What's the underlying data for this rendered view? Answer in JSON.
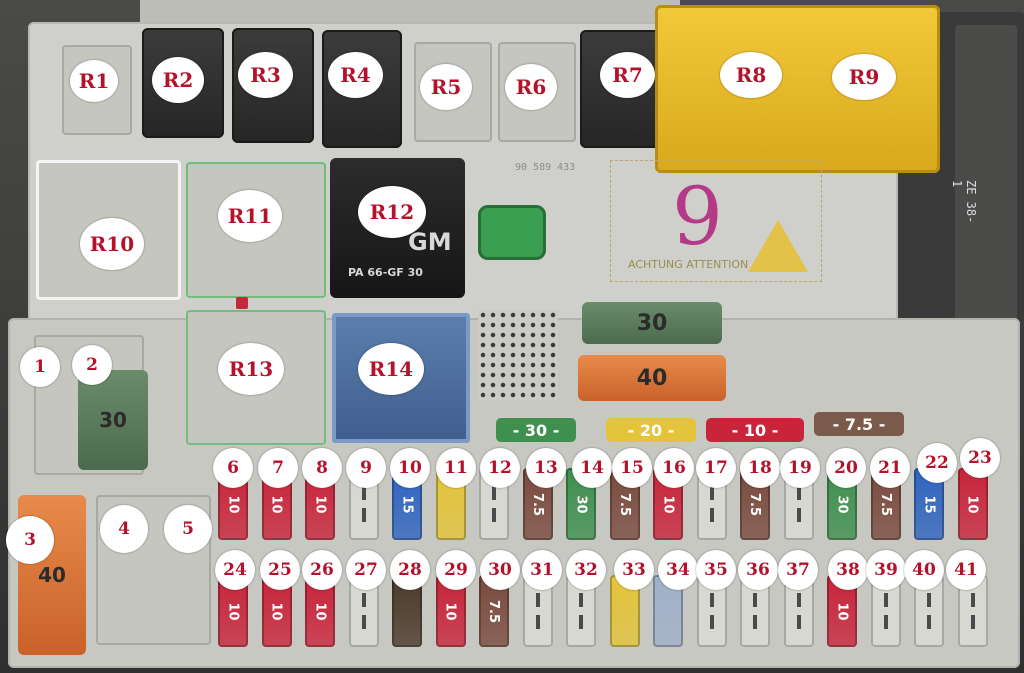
{
  "relays": [
    {
      "id": "R1",
      "label": "R1"
    },
    {
      "id": "R2",
      "label": "R2"
    },
    {
      "id": "R3",
      "label": "R3"
    },
    {
      "id": "R4",
      "label": "R4"
    },
    {
      "id": "R5",
      "label": "R5"
    },
    {
      "id": "R6",
      "label": "R6"
    },
    {
      "id": "R7",
      "label": "R7"
    },
    {
      "id": "R8",
      "label": "R8"
    },
    {
      "id": "R9",
      "label": "R9"
    },
    {
      "id": "R10",
      "label": "R10"
    },
    {
      "id": "R11",
      "label": "R11"
    },
    {
      "id": "R12",
      "label": "R12"
    },
    {
      "id": "R13",
      "label": "R13"
    },
    {
      "id": "R14",
      "label": "R14"
    }
  ],
  "fuse_labels": [
    "1",
    "2",
    "3",
    "4",
    "5",
    "6",
    "7",
    "8",
    "9",
    "10",
    "11",
    "12",
    "13",
    "14",
    "15",
    "16",
    "17",
    "18",
    "19",
    "20",
    "21",
    "22",
    "23",
    "24",
    "25",
    "26",
    "27",
    "28",
    "29",
    "30",
    "31",
    "32",
    "33",
    "34",
    "35",
    "36",
    "37",
    "38",
    "39",
    "40",
    "41"
  ],
  "maxi_fuses": {
    "f1_2": "30",
    "f3": "40",
    "strip_top": "30",
    "strip_bottom": "40"
  },
  "strip_fuses": [
    {
      "value": "30",
      "color": "#3f8f4f"
    },
    {
      "value": "20",
      "color": "#e3c43a"
    },
    {
      "value": "10",
      "color": "#c8243a"
    },
    {
      "value": "7.5",
      "color": "#7a5a4a"
    }
  ],
  "fuse_row_top": [
    {
      "n": "6",
      "value": "10",
      "color": "#c8243a"
    },
    {
      "n": "7",
      "value": "10",
      "color": "#c8243a"
    },
    {
      "n": "8",
      "value": "10",
      "color": "#c8243a"
    },
    {
      "n": "9",
      "value": "",
      "color": ""
    },
    {
      "n": "10",
      "value": "15",
      "color": "#2f64c0"
    },
    {
      "n": "11",
      "value": "",
      "color": "#e3c43a"
    },
    {
      "n": "12",
      "value": "",
      "color": ""
    },
    {
      "n": "13",
      "value": "7.5",
      "color": "#7a4a3e"
    },
    {
      "n": "14",
      "value": "30",
      "color": "#3f8f4f"
    },
    {
      "n": "15",
      "value": "7.5",
      "color": "#7a4a3e"
    },
    {
      "n": "16",
      "value": "10",
      "color": "#c8243a"
    },
    {
      "n": "17",
      "value": "",
      "color": ""
    },
    {
      "n": "18",
      "value": "7.5",
      "color": "#7a4a3e"
    },
    {
      "n": "19",
      "value": "",
      "color": ""
    },
    {
      "n": "20",
      "value": "30",
      "color": "#3f8f4f"
    },
    {
      "n": "21",
      "value": "7.5",
      "color": "#7a4a3e"
    },
    {
      "n": "22",
      "value": "15",
      "color": "#2f64c0"
    },
    {
      "n": "23",
      "value": "10",
      "color": "#c8243a"
    }
  ],
  "fuse_row_bottom": [
    {
      "n": "24",
      "value": "10",
      "color": "#c8243a"
    },
    {
      "n": "25",
      "value": "10",
      "color": "#c8243a"
    },
    {
      "n": "26",
      "value": "10",
      "color": "#c8243a"
    },
    {
      "n": "27",
      "value": "",
      "color": ""
    },
    {
      "n": "28",
      "value": "",
      "color": "#4a3a2a"
    },
    {
      "n": "29",
      "value": "10",
      "color": "#c8243a"
    },
    {
      "n": "30",
      "value": "7.5",
      "color": "#7a4a3e"
    },
    {
      "n": "31",
      "value": "",
      "color": ""
    },
    {
      "n": "32",
      "value": "",
      "color": ""
    },
    {
      "n": "33",
      "value": "",
      "color": "#e3c43a"
    },
    {
      "n": "34",
      "value": "",
      "color": "#9fb0c8"
    },
    {
      "n": "35",
      "value": "",
      "color": ""
    },
    {
      "n": "36",
      "value": "",
      "color": ""
    },
    {
      "n": "37",
      "value": "",
      "color": ""
    },
    {
      "n": "38",
      "value": "10",
      "color": "#c8243a"
    },
    {
      "n": "39",
      "value": "",
      "color": ""
    },
    {
      "n": "40",
      "value": "",
      "color": ""
    },
    {
      "n": "41",
      "value": "",
      "color": ""
    }
  ],
  "printed_text": {
    "gm_brand": "GM",
    "gm_code": "PA 66-GF 30",
    "warning": "ACHTUNG ATTENTION",
    "handwritten": "9",
    "part_no": "90 589 433",
    "side_code": "ZE 38-1"
  },
  "colors": {
    "label_text": "#b3122a",
    "label_bg": "#ffffff",
    "housing": "#cfcfcb"
  }
}
